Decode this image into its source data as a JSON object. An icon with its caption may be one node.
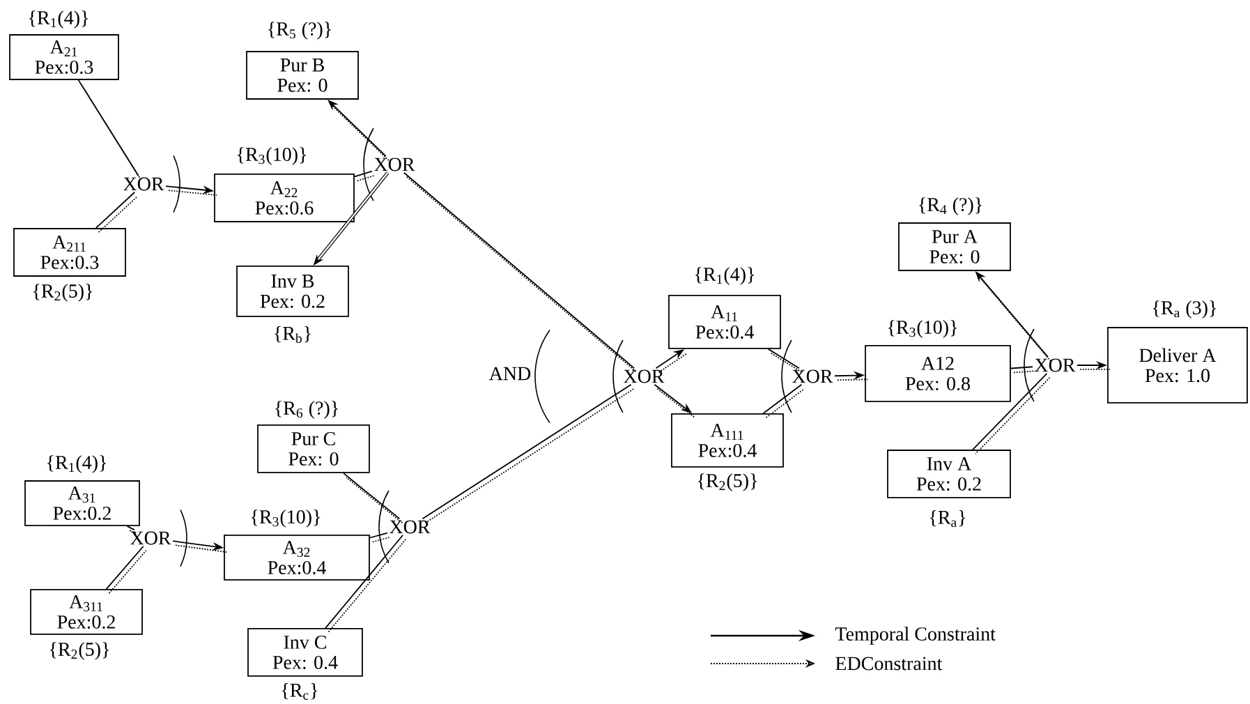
{
  "diagram": {
    "nodes": [
      {
        "text": [
          "A$_{21}$",
          "Pex:0.3"
        ],
        "beside": [
          "{R$_{1}$(4)}"
        ]
      },
      {
        "text": [
          "A$_{211}$",
          "Pex:0.3"
        ],
        "beside": [
          "{R$_{2}$(5)}"
        ]
      },
      {
        "text": [
          "A$_{22}$",
          "Pex:0.6"
        ],
        "beside": [
          "{R$_{3}$(10)}"
        ]
      },
      {
        "text": [
          "Pur B",
          "Pex: 0"
        ],
        "beside": [
          "{R$_{5}$ (?)}"
        ]
      },
      {
        "text": [
          "Inv B",
          "Pex: 0.2"
        ],
        "beside": [
          "{R$_{b}$}"
        ]
      },
      {
        "text": [
          "A$_{31}$",
          "Pex:0.2"
        ],
        "beside": [
          "{R$_{1}$(4)}"
        ]
      },
      {
        "text": [
          "A$_{311}$",
          "Pex:0.2"
        ],
        "beside": [
          "{R$_{2}$(5)}"
        ]
      },
      {
        "text": [
          "A$_{32}$",
          "Pex:0.4"
        ],
        "beside": [
          "{R$_{3}$(10)}"
        ]
      },
      {
        "text": [
          "Pur C",
          "Pex: 0"
        ],
        "beside": [
          "{R$_{6}$ (?)}"
        ]
      },
      {
        "text": [
          "Inv C",
          "Pex: 0.4"
        ],
        "beside": [
          "{R$_{c}$}"
        ]
      },
      {
        "text": [
          "A$_{11}$",
          "Pex:0.4"
        ],
        "beside": [
          "{R$_{1}$(4)}"
        ]
      },
      {
        "text": [
          "A$_{111}$",
          "Pex:0.4"
        ],
        "beside": [
          "{R$_{2}$(5)}"
        ]
      },
      {
        "text": [
          "A12",
          "Pex: 0.8"
        ],
        "beside": [
          "{R$_{3}$(10)}"
        ]
      },
      {
        "text": [
          "Pur A",
          "Pex: 0"
        ],
        "beside": [
          "{R$_{4}$ (?)}"
        ]
      },
      {
        "text": [
          "Inv A",
          "Pex: 0.2"
        ],
        "beside": [
          "{R$_{a}$}"
        ]
      },
      {
        "text": [
          "Deliver A",
          "Pex: 1.0"
        ],
        "beside": [
          "{R$_{a}$ (3)}"
        ]
      },
      {
        "text": [
          "XOR"
        ]
      },
      {
        "text": [
          "XOR"
        ]
      },
      {
        "text": [
          "XOR"
        ]
      },
      {
        "text": [
          "XOR"
        ]
      },
      {
        "text": [
          "XOR"
        ]
      },
      {
        "text": [
          "XOR"
        ]
      },
      {
        "text": [
          "XOR"
        ]
      }
    ],
    "edges": [
      {
        "from": 0,
        "to": 16,
        "arrow": "none"
      },
      {
        "from": 1,
        "to": 16,
        "arrow": "none"
      },
      {
        "from": 16,
        "to": 2,
        "arrow": "to"
      },
      {
        "from": 2,
        "to": 17,
        "arrow": "none"
      },
      {
        "from": 17,
        "to": 3,
        "arrow": "to"
      },
      {
        "from": 17,
        "to": 4,
        "arrow": "to",
        "style": "thick"
      },
      {
        "from": 17,
        "to": 20,
        "arrow": "none"
      },
      {
        "from": 5,
        "to": 18,
        "arrow": "none"
      },
      {
        "from": 6,
        "to": 18,
        "arrow": "none"
      },
      {
        "from": 18,
        "to": 7,
        "arrow": "to"
      },
      {
        "from": 7,
        "to": 19,
        "arrow": "none"
      },
      {
        "from": 19,
        "to": 8,
        "arrow": "none"
      },
      {
        "from": 19,
        "to": 9,
        "arrow": "none"
      },
      {
        "from": 19,
        "to": 20,
        "arrow": "none"
      },
      {
        "from": 20,
        "to": 10,
        "arrow": "to"
      },
      {
        "from": 20,
        "to": 11,
        "arrow": "to"
      },
      {
        "from": 10,
        "to": 21,
        "arrow": "none"
      },
      {
        "from": 11,
        "to": 21,
        "arrow": "none"
      },
      {
        "from": 21,
        "to": 12,
        "arrow": "to"
      },
      {
        "from": 12,
        "to": 22,
        "arrow": "none"
      },
      {
        "from": 22,
        "to": 13,
        "arrow": "to"
      },
      {
        "from": 22,
        "to": 14,
        "arrow": "none"
      },
      {
        "from": 22,
        "to": 15,
        "arrow": "to"
      },
      {
        "from": 0,
        "to": 16,
        "arrow": "none",
        "style": "dashed"
      },
      {
        "from": 1,
        "to": 16,
        "arrow": "none",
        "style": "dashed"
      },
      {
        "from": 16,
        "to": 2,
        "arrow": "none",
        "style": "dashed"
      },
      {
        "from": 2,
        "to": 17,
        "arrow": "none",
        "style": "dashed"
      },
      {
        "from": 17,
        "to": 3,
        "arrow": "none",
        "style": "dashed"
      },
      {
        "from": 17,
        "to": 20,
        "arrow": "none",
        "style": "dashed"
      },
      {
        "from": 5,
        "to": 18,
        "arrow": "none",
        "style": "dashed"
      },
      {
        "from": 6,
        "to": 18,
        "arrow": "none",
        "style": "dashed"
      },
      {
        "from": 18,
        "to": 7,
        "arrow": "none",
        "style": "dashed"
      },
      {
        "from": 7,
        "to": 19,
        "arrow": "none",
        "style": "dashed"
      },
      {
        "from": 19,
        "to": 8,
        "arrow": "none",
        "style": "dashed"
      },
      {
        "from": 19,
        "to": 9,
        "arrow": "none",
        "style": "dashed"
      },
      {
        "from": 19,
        "to": 20,
        "arrow": "none",
        "style": "dashed"
      },
      {
        "from": 20,
        "to": 10,
        "arrow": "none",
        "style": "dashed"
      },
      {
        "from": 20,
        "to": 11,
        "arrow": "none",
        "style": "dashed"
      },
      {
        "from": 10,
        "to": 21,
        "arrow": "none",
        "style": "dashed"
      },
      {
        "from": 11,
        "to": 21,
        "arrow": "none",
        "style": "dashed"
      },
      {
        "from": 21,
        "to": 12,
        "arrow": "none",
        "style": "dashed"
      },
      {
        "from": 12,
        "to": 22,
        "arrow": "none",
        "style": "dashed"
      },
      {
        "from": 22,
        "to": 13,
        "arrow": "none",
        "style": "dashed"
      },
      {
        "from": 22,
        "to": 14,
        "arrow": "none",
        "style": "dashed"
      },
      {
        "from": 22,
        "to": 15,
        "arrow": "none",
        "style": "dashed"
      }
    ],
    "labels": [
      "AND"
    ],
    "legend": [
      {
        "text": "Temporal Constraint"
      },
      {
        "text": "EDConstraint"
      }
    ]
  }
}
